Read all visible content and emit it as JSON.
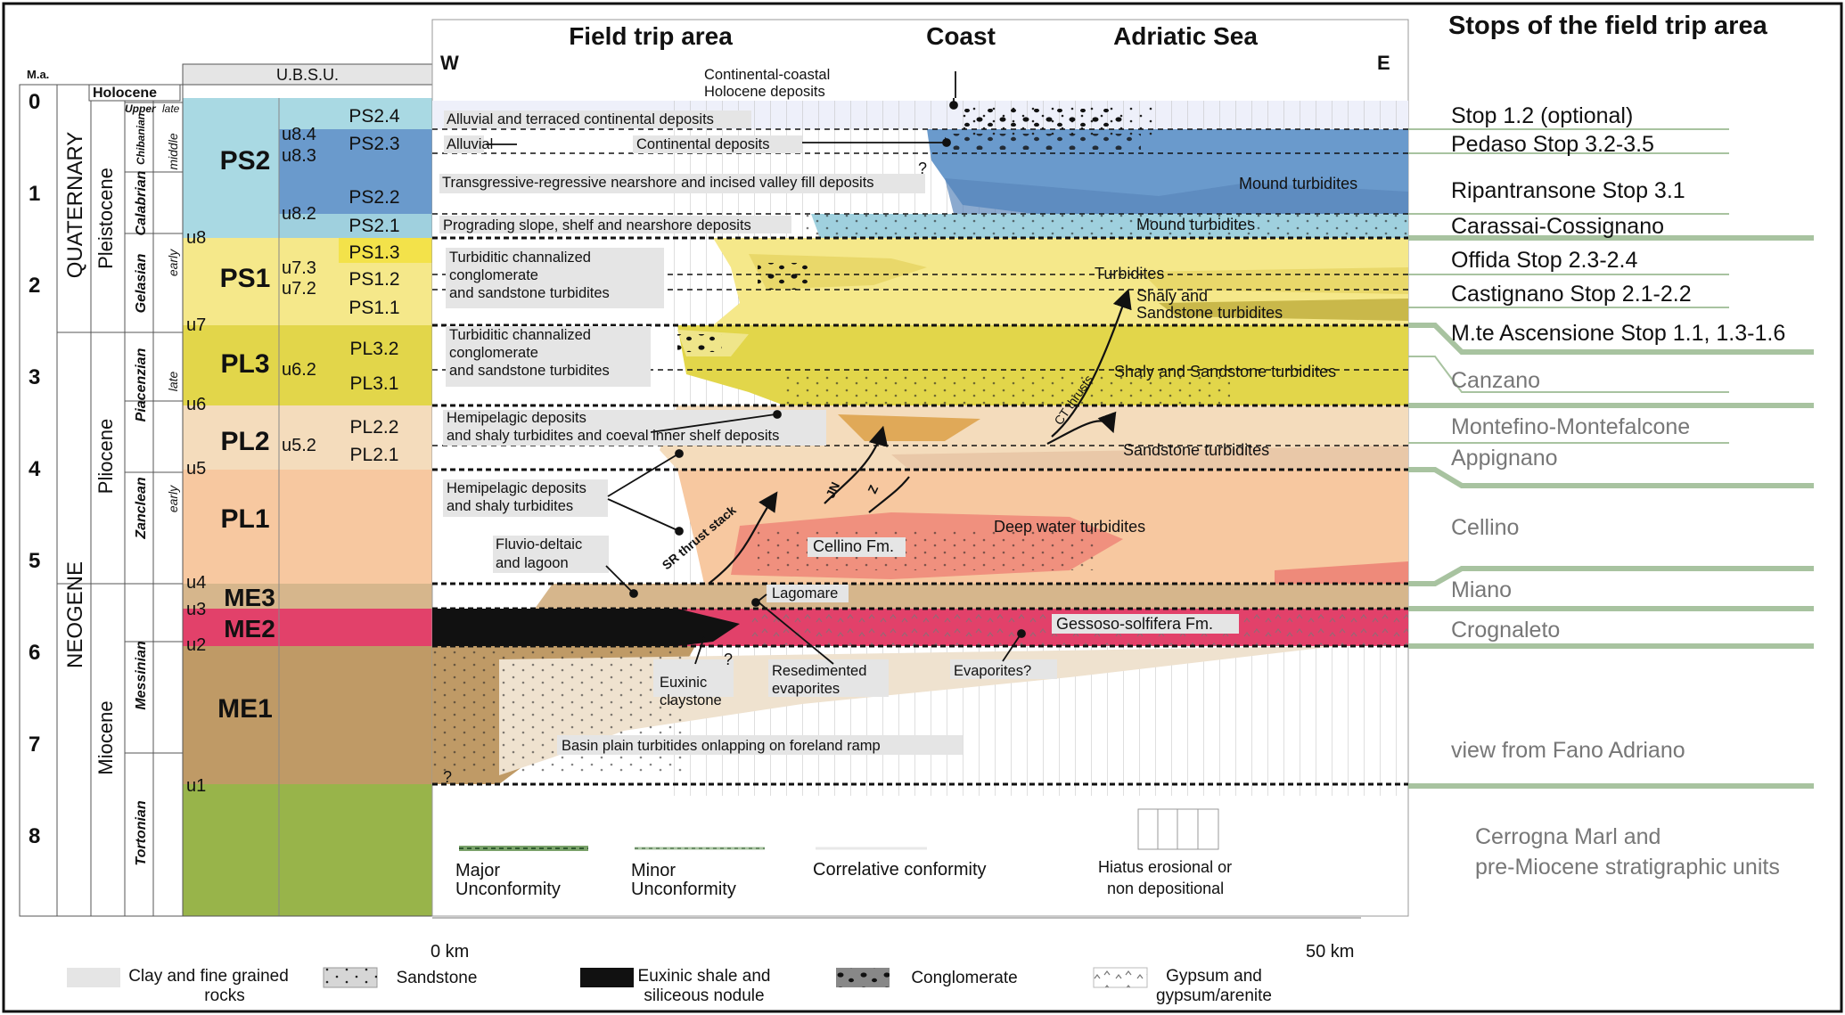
{
  "title": "Stops of the field trip area",
  "headers": {
    "ma": "M.a.",
    "ubsu": "U.B.S.U.",
    "field_trip_area": "Field trip area",
    "coast": "Coast",
    "adriatic_sea": "Adriatic Sea",
    "west": "W",
    "east": "E"
  },
  "time_axis": {
    "ticks": [
      "0",
      "1",
      "2",
      "3",
      "4",
      "5",
      "6",
      "7",
      "8"
    ],
    "periods": [
      "QUATERNARY",
      "NEOGENE"
    ],
    "epochs": [
      "Holocene",
      "Pleistocene",
      "Pliocene",
      "Miocene"
    ],
    "stages": [
      "Chibanian",
      "Calabrian",
      "Gelasian",
      "Piacenzian",
      "Zanclean",
      "Messinian",
      "Tortonian"
    ],
    "subdivisions": [
      "Upper",
      "late",
      "middle",
      "early",
      "late",
      "early"
    ]
  },
  "units": {
    "synthems": [
      "PS2",
      "PS1",
      "PL3",
      "PL2",
      "PL1",
      "ME3",
      "ME2",
      "ME1"
    ],
    "subsynthems": [
      "PS2.4",
      "PS2.3",
      "PS2.2",
      "PS2.1",
      "PS1.3",
      "PS1.2",
      "PS1.1",
      "PL3.2",
      "PL3.1",
      "PL2.2",
      "PL2.1"
    ],
    "unconformities": [
      "u8.4",
      "u8.3",
      "u8.2",
      "u8",
      "u7.3",
      "u7.2",
      "u7",
      "u6.2",
      "u6",
      "u5.2",
      "u5",
      "u4",
      "u3",
      "u2",
      "u1"
    ]
  },
  "annotations": {
    "continental_coastal": "Continental-coastal",
    "holocene_deposits": "Holocene deposits",
    "alluvial_terraced": "Alluvial and terraced continental deposits",
    "alluvial": "Alluvial",
    "continental_deposits": "Continental deposits",
    "transgressive": "Transgressive-regressive nearshore and incised valley fill deposits",
    "question": "?",
    "mound_turbidites": "Mound turbidites",
    "prograding": "Prograding slope, shelf and nearshore deposits",
    "turb_chan_1": "Turbiditic channalized",
    "turb_chan_2": "conglomerate",
    "turb_chan_3": "and sandstone turbidites",
    "turbidites": "Turbidites",
    "shaly_and": "Shaly and",
    "sandstone_turbidites": "Sandstone turbidites",
    "shaly_sandstone_turbidites": "Shaly and Sandstone turbidites",
    "hemi_1a": "Hemipelagic deposits",
    "hemi_1b": "and shaly turbidites and coeval inner shelf deposits",
    "sandstone_turbidites_2": "Sandstone turbidites",
    "hemi_2a": "Hemipelagic deposits",
    "hemi_2b": "and shaly turbidites",
    "ct_thrusts": "CT thrusts",
    "jn": "JN",
    "z": "Z",
    "sr_thrust": "SR thrust stack",
    "cellino_fm": "Cellino Fm.",
    "deep_water": "Deep water turbidites",
    "fluvio_1": "Fluvio-deltaic",
    "fluvio_2": "and lagoon",
    "lagomare": "Lagomare",
    "gessoso": "Gessoso-solfifera Fm.",
    "euxinic_1": "Euxinic",
    "euxinic_2": "claystone",
    "resed_1": "Resedimented",
    "resed_2": "evaporites",
    "evaporites_q": "Evaporites?",
    "basin_plain": "Basin plain turbitides onlapping on foreland  ramp"
  },
  "stops": [
    "Stop 1.2 (optional)",
    "Pedaso Stop 3.2-3.5",
    "Ripantransone Stop 3.1",
    "Carassai-Cossignano",
    "Offida Stop 2.3-2.4",
    "Castignano Stop 2.1-2.2",
    "M.te Ascensione Stop 1.1, 1.3-1.6",
    "Canzano",
    "Montefino-Montefalcone",
    "Appignano",
    "Cellino",
    "Miano",
    "Crognaleto",
    "view from Fano Adriano",
    "Cerrogna Marl and",
    "pre-Miocene stratigraphic units"
  ],
  "legend": {
    "major_1": "Major",
    "major_2": "Unconformity",
    "minor_1": "Minor",
    "minor_2": "Unconformity",
    "correlative": "Correlative conformity",
    "hiatus_1": "Hiatus erosional or",
    "hiatus_2": "non depositional",
    "scale_0": "0 km",
    "scale_50": "50 km",
    "clay_1": "Clay and fine grained",
    "clay_2": "rocks",
    "sandstone": "Sandstone",
    "euxinic_1": "Euxinic shale and",
    "euxinic_2": "siliceous nodule",
    "conglomerate": "Conglomerate",
    "gypsum_1": "Gypsum and",
    "gypsum_2": "gypsum/arenite"
  },
  "colors": {
    "ps2": "#a9d9e3",
    "ps23": "#6a9acc",
    "ps1": "#f5e88a",
    "ps1_bright": "#f3e24a",
    "pl3": "#e2d64a",
    "pl2": "#f4dcbc",
    "pl1": "#f7c8a0",
    "me3": "#d6b68c",
    "me2": "#e2416a",
    "me1": "#bf9a66",
    "tortonian": "#98b44a",
    "unconformity": "#a8c3a0"
  }
}
